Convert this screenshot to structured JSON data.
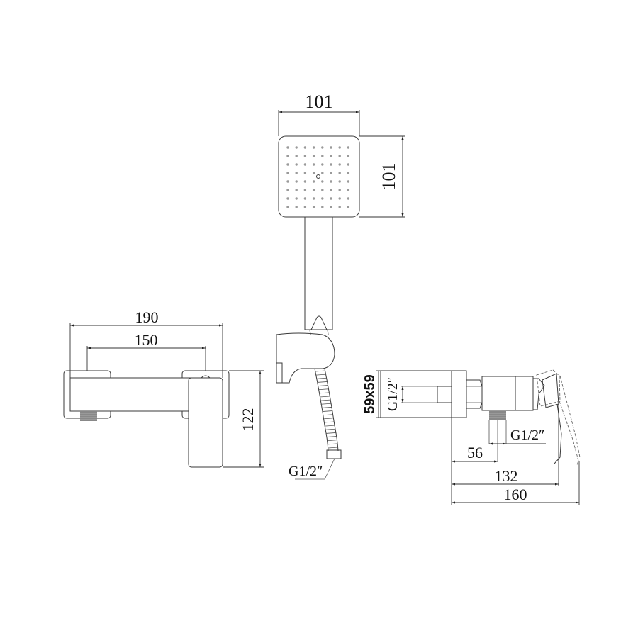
{
  "diagram": {
    "type": "technical-drawing",
    "subject": "wall-mounted shower mixer with hand shower and holder",
    "colors": {
      "line": "#3a3a3a",
      "text": "#111111",
      "background": "#ffffff"
    },
    "hand_shower": {
      "head_width_label": "101",
      "head_height_label": "101",
      "nozzle_grid": {
        "rows": 8,
        "cols": 8
      }
    },
    "hose": {
      "connection_label": "G1/2″"
    },
    "front_view": {
      "overall_width_label": "190",
      "center_distance_label": "150",
      "height_label": "122"
    },
    "side_view": {
      "flange_size_label": "59x59",
      "inlet_thread_label": "G1/2″",
      "outlet_thread_label": "G1/2″",
      "outlet_offset_label": "56",
      "body_depth_label": "132",
      "overall_depth_label": "160"
    }
  }
}
